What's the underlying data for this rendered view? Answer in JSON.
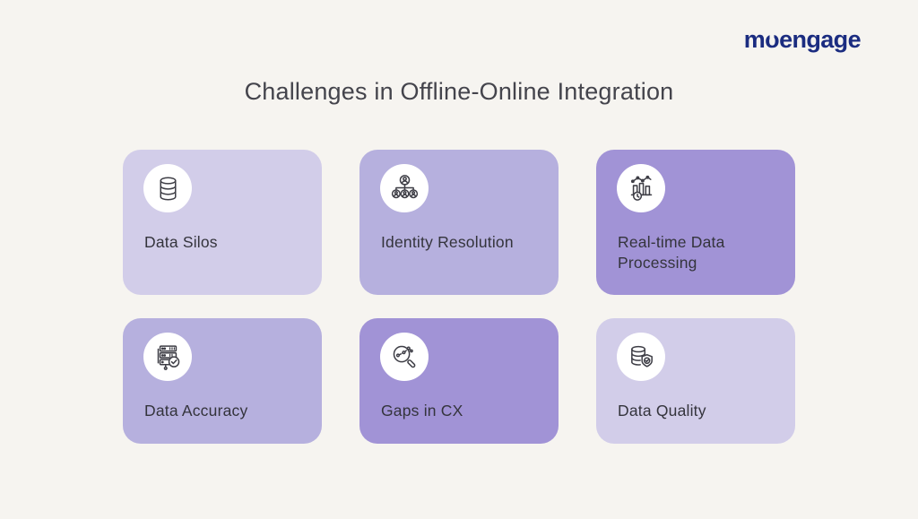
{
  "header": {
    "logo": {
      "part_m": "m",
      "part_o": "o",
      "part_rest": "engage",
      "full_name": "moengage",
      "color": "#1B2C80"
    }
  },
  "title": "Challenges in Offline-Online Integration",
  "cards": [
    {
      "label": "Data Silos",
      "icon": "database-icon",
      "color": "#D2CDE9"
    },
    {
      "label": "Identity Resolution",
      "icon": "identity-hierarchy-icon",
      "color": "#B6B0DE"
    },
    {
      "label": "Real-time Data Processing",
      "icon": "realtime-chart-icon",
      "color": "#A193D6"
    },
    {
      "label": "Data Accuracy",
      "icon": "server-check-icon",
      "color": "#B6B0DE"
    },
    {
      "label": "Gaps in CX",
      "icon": "magnifier-gap-icon",
      "color": "#A193D6"
    },
    {
      "label": "Data Quality",
      "icon": "database-shield-icon",
      "color": "#D2CDE9"
    }
  ],
  "colors": {
    "background": "#F6F4F0",
    "card_light": "#D2CDE9",
    "card_medium": "#B6B0DE",
    "card_dark": "#A193D6",
    "title_text": "#44444C",
    "card_text": "#34343C",
    "logo_navy": "#1B2C80"
  }
}
